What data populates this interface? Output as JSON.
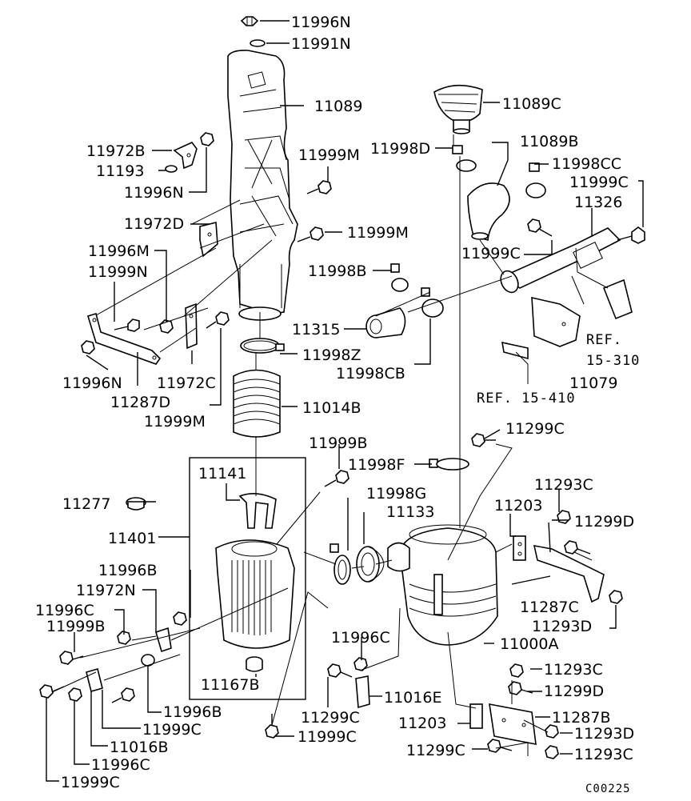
{
  "diagram": {
    "labels": {
      "p11996N_top": "11996N",
      "p11991N": "11991N",
      "p11089": "11089",
      "p11089C": "11089C",
      "p11972B": "11972B",
      "p11193": "11193",
      "p11996N_a": "11996N",
      "p11999M_a": "11999M",
      "p11998D": "11998D",
      "p11089B": "11089B",
      "p11998CC": "11998CC",
      "p11999C_r": "11999C",
      "p11326": "11326",
      "p11972D": "11972D",
      "p11999M_b": "11999M",
      "p11999C_m": "11999C",
      "p11996M": "11996M",
      "p11999N": "11999N",
      "p11998B": "11998B",
      "p11315": "11315",
      "p11998Z": "11998Z",
      "p11998CB": "11998CB",
      "p11996N_b": "11996N",
      "p11972C": "11972C",
      "p11079": "11079",
      "p11287D": "11287D",
      "p11999M_c": "11999M",
      "p11014B": "11014B",
      "p11299C_top": "11299C",
      "p11999B_top": "11999B",
      "p11998F": "11998F",
      "p11141": "11141",
      "p11998G": "11998G",
      "p11293C_top": "11293C",
      "p11277": "11277",
      "p11133": "11133",
      "p11203_top": "11203",
      "p11299D_top": "11299D",
      "p11401": "11401",
      "p11996B": "11996B",
      "p11972N": "11972N",
      "p11287C": "11287C",
      "p11996C_l": "11996C",
      "p11293D_m": "11293D",
      "p11999B_l": "11999B",
      "p11000A": "11000A",
      "p11996C_m": "11996C",
      "p11293C_b": "11293C",
      "p11167B": "11167B",
      "p11016E": "11016E",
      "p11299D_b": "11299D",
      "p11996B_b": "11996B",
      "p11299C_b": "11299C",
      "p11287B": "11287B",
      "p11999C_a": "11999C",
      "p11203_b": "11203",
      "p11999C_b": "11999C",
      "p11293D_b": "11293D",
      "p11016B": "11016B",
      "p11299C_c": "11299C",
      "p11293C_c": "11293C",
      "p11996C_b": "11996C",
      "p11999C_c": "11999C"
    },
    "refs": {
      "ref_15_310_a": "REF.",
      "ref_15_310_b": "15-310",
      "ref_15_410": "REF. 15-410"
    },
    "drawing_code": "C00225"
  }
}
